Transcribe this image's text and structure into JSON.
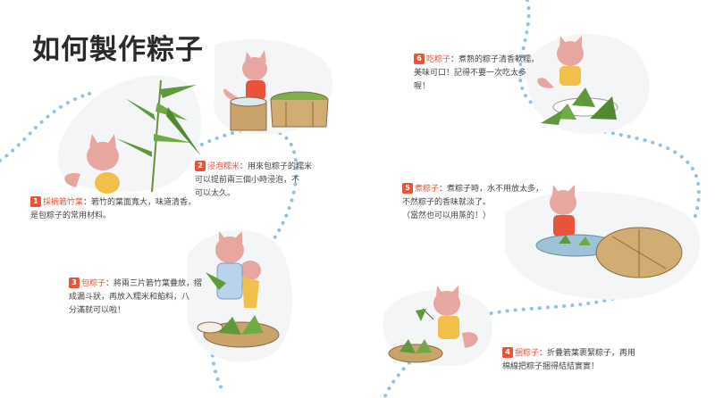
{
  "page_title": "如何製作粽子",
  "colors": {
    "accent": "#e8533a",
    "path_dots": "#8ec3e3",
    "blob_fill": "#f3f5f7",
    "leaf_green": "#5f9a3a",
    "fox_pink": "#e8a6a1"
  },
  "steps": [
    {
      "num": "1",
      "title": "採摘箬竹葉",
      "text": "：箬竹的葉面寬大，味道清香，\n是包粽子的常用材料。"
    },
    {
      "num": "2",
      "title": "浸泡糯米",
      "text": "：用來包粽子的糯米\n可以提前兩三個小時浸泡，不\n可以太久。"
    },
    {
      "num": "3",
      "title": "包粽子",
      "text": "：將兩三片箬竹葉疊放，摺\n成漏斗狀，再放入糯米和餡料，八\n分滿就可以啦！"
    },
    {
      "num": "4",
      "title": "捆粽子",
      "text": "：折疊箬葉裹緊粽子，再用\n棉線把粽子捆得結結實實！"
    },
    {
      "num": "5",
      "title": "煮粽子",
      "text": "：煮粽子時，水不用放太多，\n不然粽子的香味就淡了。\n（當然也可以用蒸的！）"
    },
    {
      "num": "6",
      "title": "吃粽子",
      "text": "：煮熟的粽子清香軟糯，\n美味可口！記得不要一次吃太多\n喔！"
    }
  ],
  "illustrations": [
    {
      "name": "fox-picking-leaves",
      "icon": "fox-with-bamboo-leaves"
    },
    {
      "name": "fox-soaking-rice",
      "icon": "fox-with-wooden-tubs"
    },
    {
      "name": "fox-wrapping",
      "icon": "foxes-wrapping-zongzi"
    },
    {
      "name": "fox-tying",
      "icon": "fox-tying-zongzi"
    },
    {
      "name": "fox-boiling",
      "icon": "fox-with-pot"
    },
    {
      "name": "fox-eating",
      "icon": "fox-eating-zongzi"
    }
  ]
}
